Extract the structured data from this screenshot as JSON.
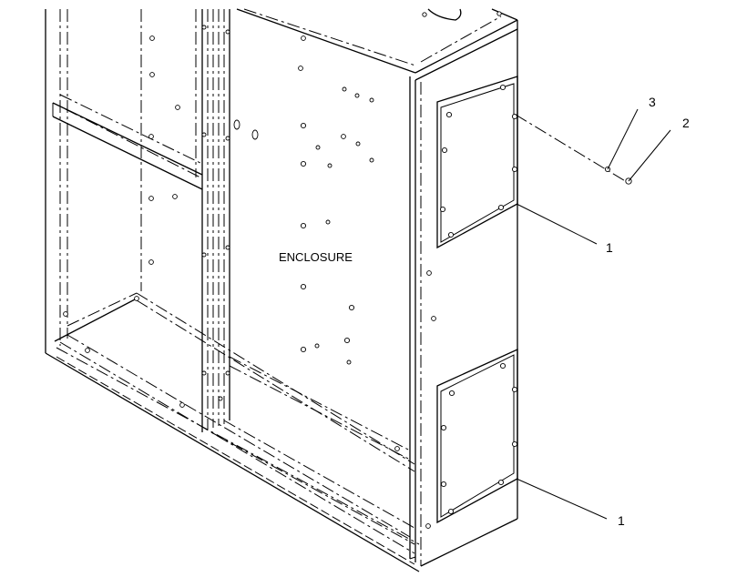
{
  "enclosure_label": "ENCLOSURE",
  "callouts": {
    "cover_top": "1",
    "cover_bottom": "1",
    "bolt": "2",
    "washer": "3"
  }
}
